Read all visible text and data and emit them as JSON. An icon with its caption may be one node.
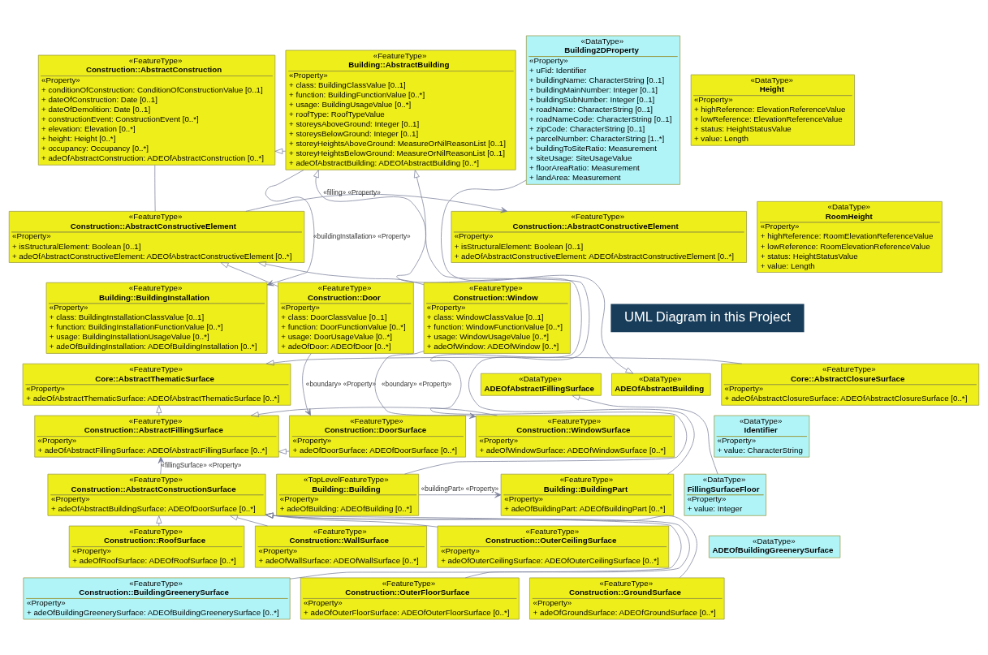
{
  "diagram": {
    "nodes": [
      {
        "text": [
          "«FeatureType»",
          "Construction::AbstractConstruction",
          "«Property»",
          "+ conditionOfConstruction: ConditionOfConstructionValue [0..1]",
          "+ dateOfConstruction: Date [0..1]",
          "+ dateOfDemolition: Date [0..1]",
          "+ constructionEvent: ConstructionEvent [0..*]",
          "+ elevation: Elevation [0..*]",
          "+ height: Height [0..*]",
          "+ occupancy: Occupancy [0..*]",
          "+ adeOfAbstractConstruction: ADEOfAbstractConstruction [0..*]"
        ]
      },
      {
        "text": [
          "«FeatureType»",
          "Construction::AbstractConstructiveElement",
          "«Property»",
          "+ isStructuralElement: Boolean [0..1]",
          "+ adeOfAbstractConstructiveElement: ADEOfAbstractConstructiveElement [0..*]"
        ]
      },
      {
        "text": [
          "«FeatureType»",
          "Construction::AbstractConstructiveElement",
          "«Property»",
          "+ isStructuralElement: Boolean [0..1]",
          "+ adeOfAbstractConstructiveElement: ADEOfAbstractConstructiveElement [0..*]"
        ]
      },
      {
        "text": [
          "«DataType»",
          "RoomHeight",
          "«Property»",
          "+ highReference: RoomElevationReferenceValue",
          "+ lowReference: RoomElevationReferenceValue",
          "+ status: HeightStatusValue",
          "+ value: Length"
        ]
      },
      {
        "text": [
          "«DataType»",
          "Height",
          "«Property»",
          "+ highReference: ElevationReferenceValue",
          "+ lowReference: ElevationReferenceValue",
          "+ status: HeightStatusValue",
          "+ value: Length"
        ]
      },
      {
        "text": [
          "«FeatureType»",
          "Building::AbstractBuilding",
          "«Property»",
          "+ class: BuildingClassValue [0..1]",
          "+ function: BuildingFunctionValue [0..*]",
          "+ usage: BuildingUsageValue [0..*]",
          "+ roofType: RoofTypeValue",
          "+ storeysAboveGround: Integer [0..1]",
          "+ storeysBelowGround: Integer [0..1]",
          "+ storeyHeightsAboveGround: MeasureOrNilReasonList [0..1]",
          "+ storeyHeightsBelowGround: MeasureOrNilReasonList [0..1]",
          "+ adeOfAbstractBuilding: ADEOfAbstractBuilding [0..*]"
        ]
      },
      {
        "text": [
          "«FeatureType»",
          "Core::AbstractClosureSurface",
          "«Property»",
          "+ adeOfAbstractClosureSurface: ADEOfAbstractClosureSurface [0..*]"
        ]
      },
      {
        "text": [
          "«FeatureType»",
          "Building::BuildingInstallation",
          "«Property»",
          "+ class: BuildingInstallationClassValue [0..1]",
          "+ function: BuildingInstallationFunctionValue [0..*]",
          "+ usage: BuildingInstallationUsageValue [0..*]",
          "+ adeOfBuildingInstallation: ADEOfBuildingInstallation [0..*]"
        ]
      },
      {
        "text": [
          "«DataType»",
          "ADEOfAbstractBuilding"
        ]
      },
      {
        "text": [
          "«FeatureType»",
          "Core::AbstractThematicSurface",
          "«Property»",
          "+ adeOfAbstractThematicSurface: ADEOfAbstractThematicSurface [0..*]"
        ]
      },
      {
        "text": [
          "«TopLevelFeatureType»",
          "Building::Building",
          "«Property»",
          "+ adeOfBuilding: ADEOfBuilding [0..*]"
        ]
      },
      {
        "text": [
          "«FeatureType»",
          "Building::BuildingPart",
          "«Property»",
          "+ adeOfBuildingPart: ADEOfBuildingPart [0..*]"
        ]
      },
      {
        "text": [
          "«DataType»",
          "Building2DProperty",
          "«Property»",
          "+ uFid: Identifier",
          "+ buildingName: CharacterString [0..1]",
          "+ buildingMainNumber: Integer [0..1]",
          "+ buildingSubNumber: Integer [0..1]",
          "+ roadName: CharacterString [0..1]",
          "+ roadNameCode: CharacterString [0..1]",
          "+ zipCode: CharacterString [0..1]",
          "+ parcelNumber: CharacterString [1..*]",
          "+ buildingToSiteRatio: Measurement",
          "+ siteUsage: SiteUsageValue",
          "+ floorAreaRatio: Measurement",
          "+ landArea: Measurement"
        ]
      },
      {
        "text": [
          "«FeatureType»",
          "Construction::AbstractFillingSurface",
          "«Property»",
          "+ adeOfAbstractFillingSurface: ADEOfAbstractFillingSurface [0..*]"
        ]
      },
      {
        "text": [
          "«FeatureType»",
          "Construction::DoorSurface",
          "«Property»",
          "+ adeOfDoorSurface: ADEOfDoorSurface [0..*]"
        ]
      },
      {
        "text": [
          "«FeatureType»",
          "Construction::Door",
          "«Property»",
          "+ class: DoorClassValue [0..1]",
          "+ function: DoorFunctionValue [0..*]",
          "+ usage: DoorUsageValue [0..*]",
          "+ adeOfDoor: ADEOfDoor [0..*]"
        ]
      },
      {
        "text": [
          "«DataType»",
          "Identifier",
          "«Property»",
          "+ value: CharacterString"
        ]
      },
      {
        "text": [
          "«FeatureType»",
          "Construction::AbstractConstructionSurface",
          "«Property»",
          "+ adeOfAbstractBuildingSurface: ADEOfDoorSurface [0..*]"
        ]
      },
      {
        "text": [
          "«FeatureType»",
          "Construction::WindowSurface",
          "«Property»",
          "+ adeOfWindowSurface: ADEOfWindowSurface [0..*]"
        ]
      },
      {
        "text": [
          "«FeatureType»",
          "Construction::Window",
          "«Property»",
          "+ class: WindowClassValue [0..1]",
          "+ function: WindowFunctionValue [0..*]",
          "+ usage: WindowUsageValue [0..*]",
          "+ adeOfWindow: ADEOfWindow [0..*]"
        ]
      },
      {
        "text": [
          "«DataType»",
          "ADEOfAbstractFillingSurface"
        ]
      },
      {
        "text": [
          "«DataType»",
          "FillingSurfaceFloor",
          "«Property»",
          "+ value: Integer"
        ]
      },
      {
        "text": [
          "«FeatureType»",
          "Construction::RoofSurface",
          "«Property»",
          "+ adeOfRoofSurface: ADEOfRoofSurface [0..*]"
        ]
      },
      {
        "text": [
          "«FeatureType»",
          "Construction::WallSurface",
          "«Property»",
          "+ adeOfWallSurface: ADEOfWallSurface [0..*]"
        ]
      },
      {
        "text": [
          "«FeatureType»",
          "Construction::OuterCeilingSurface",
          "«Property»",
          "+ adeOfOuterCeilingSurface: ADEOfOuterCeilingSurface [0..*]"
        ]
      },
      {
        "text": [
          "«FeatureType»",
          "Construction::BuildingGreenerySurface",
          "«Property»",
          "+ adeOfBuildingGreenerySurface: ADEOfBuildingGreenerySurface [0..*]"
        ]
      },
      {
        "text": [
          "«FeatureType»",
          "Construction::OuterFloorSurface",
          "«Property»",
          "+ adeOfOuterFloorSurface: ADEOfOuterFloorSurface [0..*]"
        ]
      },
      {
        "text": [
          "«FeatureType»",
          "Construction::GroundSurface",
          "«Property»",
          "+ adeOfGroundSurface: ADEOfGroundSurface [0..*]"
        ]
      },
      {
        "text": [
          "«DataType»",
          "ADEOfBuildingGreenerySurface"
        ]
      }
    ],
    "edges": [
      {
        "from": 0,
        "to": 1,
        "arrow": "none"
      },
      {
        "from": 1,
        "to": 2,
        "arrow": "to",
        "label": "«filling» «Property»"
      },
      {
        "from": 5,
        "to": 0,
        "arrow": "to"
      },
      {
        "from": 5,
        "to": 7,
        "arrow": "to",
        "label": "«buildingInstallation» «Property»"
      },
      {
        "from": 6,
        "to": 9,
        "arrow": "to"
      },
      {
        "from": 10,
        "to": 5,
        "arrow": "to"
      },
      {
        "from": 11,
        "to": 5,
        "arrow": "to"
      },
      {
        "from": 10,
        "to": 11,
        "arrow": "to",
        "label": "«buildingPart» «Property»"
      },
      {
        "from": 12,
        "to": 8,
        "arrow": "to"
      },
      {
        "from": 13,
        "to": 9,
        "arrow": "to"
      },
      {
        "from": 14,
        "to": 13,
        "arrow": "to"
      },
      {
        "from": 18,
        "to": 13,
        "arrow": "to"
      },
      {
        "from": 15,
        "to": 14,
        "arrow": "to",
        "label": "«boundary» «Property»"
      },
      {
        "from": 19,
        "to": 18,
        "arrow": "to",
        "label": "«boundary» «Property»"
      },
      {
        "from": 15,
        "to": 1,
        "arrow": "to"
      },
      {
        "from": 19,
        "to": 1,
        "arrow": "to"
      },
      {
        "from": 17,
        "to": 13,
        "arrow": "to",
        "label": "«fillingSurface» «Property»"
      },
      {
        "from": 21,
        "to": 20,
        "arrow": "to"
      },
      {
        "from": 22,
        "to": 17,
        "arrow": "to"
      },
      {
        "from": 23,
        "to": 17,
        "arrow": "to"
      },
      {
        "from": 24,
        "to": 17,
        "arrow": "to"
      },
      {
        "from": 25,
        "to": 17,
        "arrow": "to"
      },
      {
        "from": 26,
        "to": 17,
        "arrow": "to"
      },
      {
        "from": 27,
        "to": 17,
        "arrow": "to"
      }
    ],
    "labels": [
      "UML Diagram in this Project"
    ]
  }
}
